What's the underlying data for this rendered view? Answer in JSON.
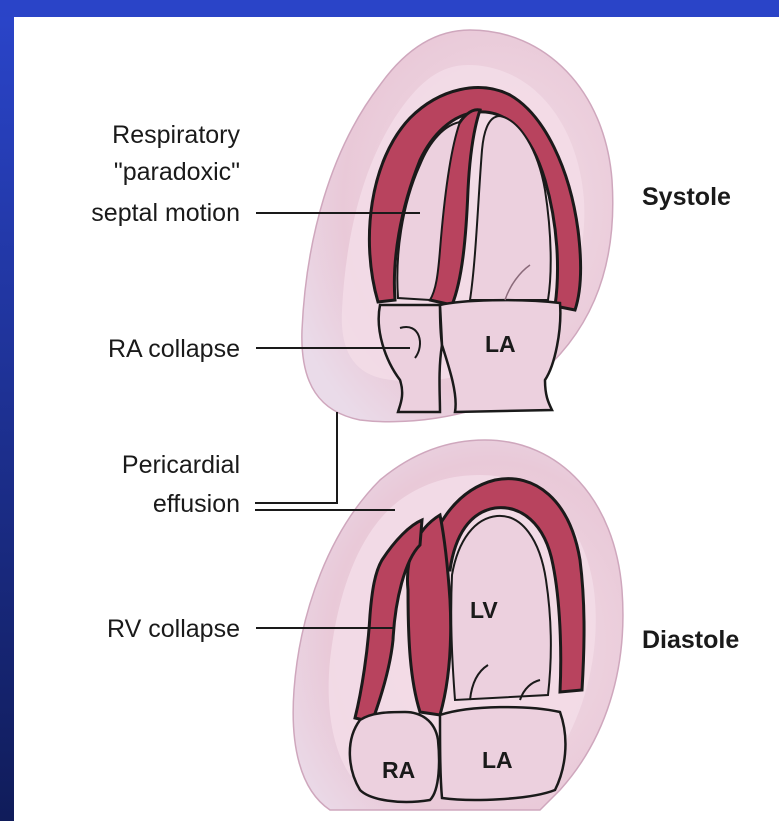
{
  "labels": {
    "septal_line1": "Respiratory",
    "septal_line2": "\"paradoxic\"",
    "septal_line3": "septal motion",
    "ra_collapse": "RA collapse",
    "effusion_line1": "Pericardial",
    "effusion_line2": "effusion",
    "rv_collapse": "RV collapse"
  },
  "phases": {
    "systole": "Systole",
    "diastole": "Diastole"
  },
  "chambers": {
    "top_la": "LA",
    "bottom_lv": "LV",
    "bottom_ra": "RA",
    "bottom_la": "LA"
  },
  "colors": {
    "myocardium": "#b8435e",
    "chamber": "#f0d6e2",
    "pericardium": "#e7c8d8",
    "outline": "#1a1a1a",
    "frame": "#2a44c8"
  }
}
